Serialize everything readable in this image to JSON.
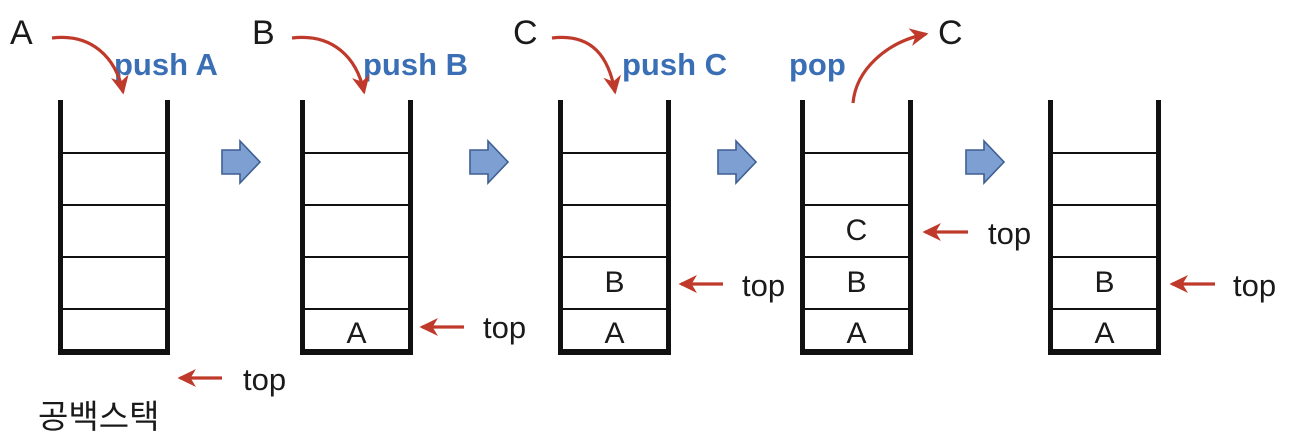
{
  "diagram": {
    "caption": "공백스택",
    "colors": {
      "arrow_red": "#bf3a2b",
      "operation_blue": "#3a6fb5",
      "separator_blue_fill": "#7d9fd1",
      "separator_blue_stroke": "#3f5f93",
      "stack_border": "#111111"
    },
    "top_pointer_label": "top",
    "steps": [
      {
        "id": "empty-stack",
        "operation": "",
        "incoming_item": "",
        "outgoing_item": "",
        "cells": [
          "",
          "",
          "",
          ""
        ],
        "top_label": "top",
        "caption": "공백스택"
      },
      {
        "id": "after-push-a",
        "operation": "push A",
        "incoming_item": "A",
        "outgoing_item": "",
        "cells": [
          "",
          "",
          "",
          "A"
        ],
        "top_label": "top",
        "caption": ""
      },
      {
        "id": "after-push-b",
        "operation": "push B",
        "incoming_item": "B",
        "outgoing_item": "",
        "cells": [
          "",
          "",
          "B",
          "A"
        ],
        "top_label": "top",
        "caption": ""
      },
      {
        "id": "after-push-c",
        "operation": "push C",
        "incoming_item": "C",
        "outgoing_item": "",
        "cells": [
          "",
          "C",
          "B",
          "A"
        ],
        "top_label": "top",
        "caption": ""
      },
      {
        "id": "after-pop",
        "operation": "pop",
        "incoming_item": "",
        "outgoing_item": "C",
        "cells": [
          "",
          "",
          "B",
          "A"
        ],
        "top_label": "top",
        "caption": ""
      }
    ],
    "operations": {
      "push_a": "push A",
      "push_b": "push B",
      "push_c": "push C",
      "pop": "pop"
    },
    "items": {
      "a": "A",
      "b": "B",
      "c": "C",
      "popped_c": "C"
    },
    "cell_values": {
      "s2_bottom": "A",
      "s3_bottom": "A",
      "s3_second": "B",
      "s4_bottom": "A",
      "s4_second": "B",
      "s4_third": "C",
      "s5_bottom": "A",
      "s5_second": "B"
    },
    "top_labels": {
      "t1": "top",
      "t2": "top",
      "t3": "top",
      "t4": "top",
      "t5": "top"
    },
    "separator_icon": "right-block-arrow"
  }
}
